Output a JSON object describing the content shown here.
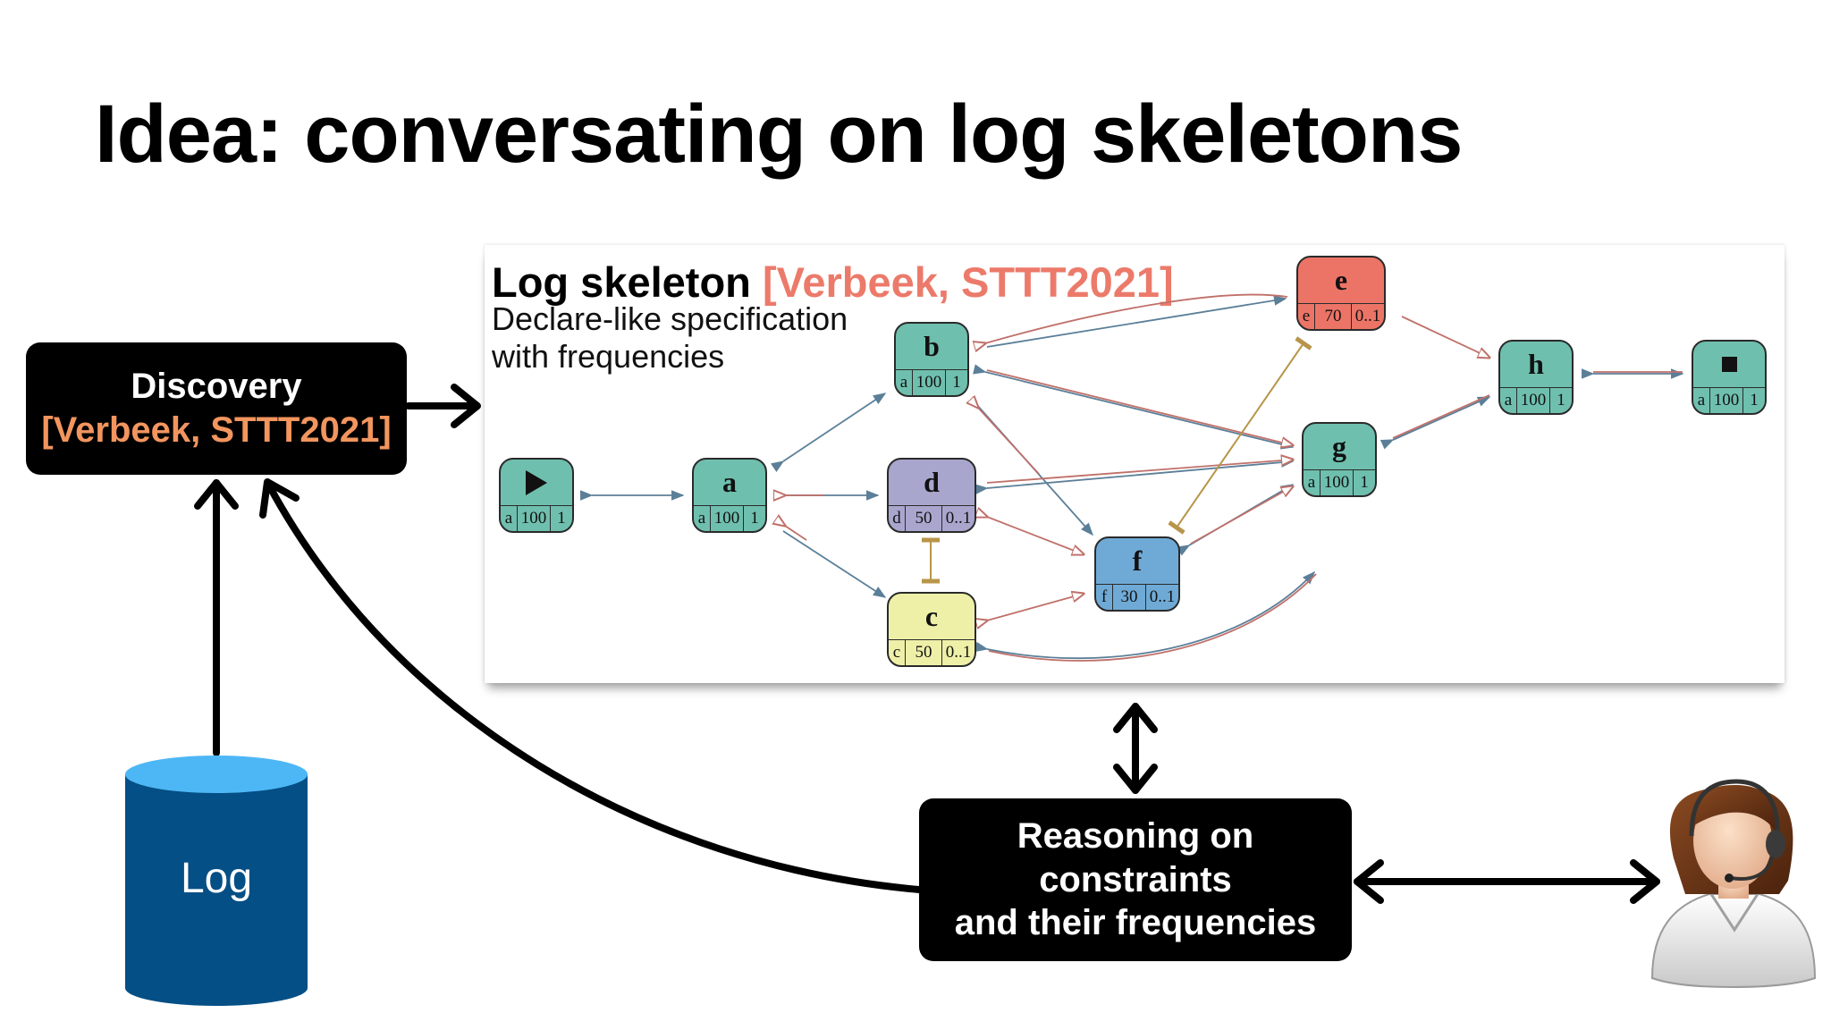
{
  "title": "Idea: conversating on log skeletons",
  "discovery": {
    "label": "Discovery",
    "citation": "[Verbeek, STTT2021]"
  },
  "log": {
    "label": "Log"
  },
  "reasoning": {
    "line1": "Reasoning on",
    "line2": "constraints",
    "line3": "and their frequencies"
  },
  "skeleton": {
    "title": "Log skeleton",
    "citation": "[Verbeek, STTT2021]",
    "subtitle_line1": "Declare-like specification",
    "subtitle_line2": "with frequencies",
    "nodes": [
      {
        "id": "start",
        "label": "",
        "icon": "play-icon",
        "c1": "a",
        "c2": "100",
        "c3": "1",
        "color": "#6fbfae"
      },
      {
        "id": "a",
        "label": "a",
        "c1": "a",
        "c2": "100",
        "c3": "1",
        "color": "#6fbfae"
      },
      {
        "id": "b",
        "label": "b",
        "c1": "a",
        "c2": "100",
        "c3": "1",
        "color": "#6fbfae"
      },
      {
        "id": "d",
        "label": "d",
        "c1": "d",
        "c2": "50",
        "c3": "0..1",
        "color": "#a9a6ce"
      },
      {
        "id": "c",
        "label": "c",
        "c1": "c",
        "c2": "50",
        "c3": "0..1",
        "color": "#eef0a8"
      },
      {
        "id": "f",
        "label": "f",
        "c1": "f",
        "c2": "30",
        "c3": "0..1",
        "color": "#6faad6"
      },
      {
        "id": "e",
        "label": "e",
        "c1": "e",
        "c2": "70",
        "c3": "0..1",
        "color": "#ec7467"
      },
      {
        "id": "g",
        "label": "g",
        "c1": "a",
        "c2": "100",
        "c3": "1",
        "color": "#6fbfae"
      },
      {
        "id": "h",
        "label": "h",
        "c1": "a",
        "c2": "100",
        "c3": "1",
        "color": "#6fbfae"
      },
      {
        "id": "end",
        "label": "",
        "icon": "stop-icon",
        "c1": "a",
        "c2": "100",
        "c3": "1",
        "color": "#6fbfae"
      }
    ]
  },
  "colors": {
    "blue_edge": "#5b7f98",
    "red_edge": "#c0706a",
    "gold_edge": "#b8954a",
    "cite_orange": "#f2955e",
    "cite_red": "#ec7a6a",
    "log_body": "#044f85",
    "log_top": "#4db7f5"
  }
}
